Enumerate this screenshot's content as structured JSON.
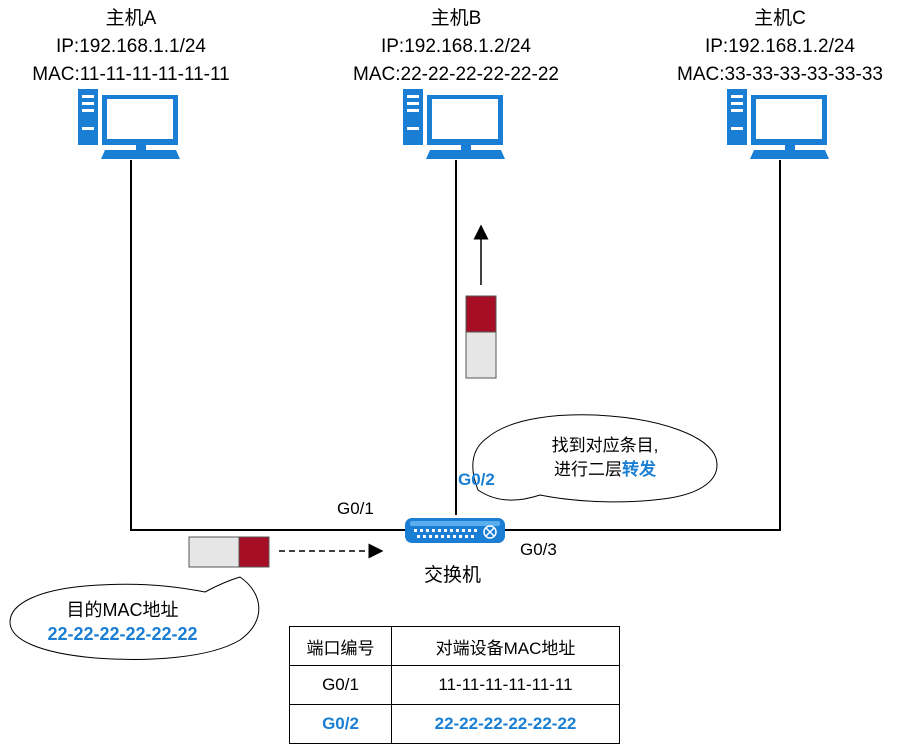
{
  "hosts": [
    {
      "name": "主机A",
      "ip": "IP:192.168.1.1/24",
      "mac": "MAC:11-11-11-11-11-11"
    },
    {
      "name": "主机B",
      "ip": "IP:192.168.1.2/24",
      "mac": "MAC:22-22-22-22-22-22"
    },
    {
      "name": "主机C",
      "ip": "IP:192.168.1.2/24",
      "mac": "MAC:33-33-33-33-33-33"
    }
  ],
  "switch": {
    "label": "交换机",
    "ports": {
      "g1": "G0/1",
      "g2": "G0/2",
      "g3": "G0/3"
    }
  },
  "callouts": {
    "forward_line1": "找到对应条目,",
    "forward_line2_prefix": "进行二层",
    "forward_line2_emphasis": "转发",
    "dest_line1": "目的MAC地址",
    "dest_line2": "22-22-22-22-22-22"
  },
  "mac_table": {
    "headers": [
      "端口编号",
      "对端设备MAC地址"
    ],
    "rows": [
      [
        "G0/1",
        "11-11-11-11-11-11"
      ],
      [
        "G0/2",
        "22-22-22-22-22-22"
      ]
    ]
  },
  "colors": {
    "computer": "#1a7fd4",
    "frame_header": "#a50e25",
    "frame_body": "#e6e6e6",
    "accent": "#1a7fd4"
  }
}
